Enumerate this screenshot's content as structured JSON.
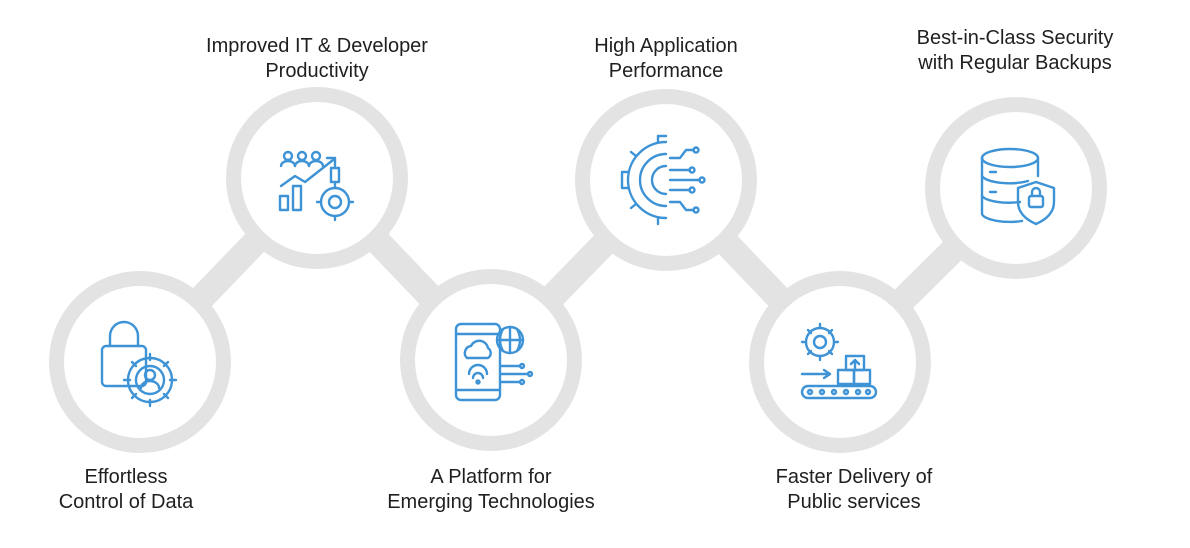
{
  "colors": {
    "ring": "#e3e3e3",
    "disc": "#ffffff",
    "icon": "#3d93d5",
    "text": "#1f1f1f"
  },
  "items": [
    {
      "id": "effortless-control",
      "icon": "lock-user-gear-icon",
      "title_lines": [
        "Effortless",
        "Control of Data"
      ]
    },
    {
      "id": "it-productivity",
      "icon": "team-growth-chart-gear-icon",
      "title_lines": [
        "Improved IT & Developer",
        "Productivity"
      ]
    },
    {
      "id": "emerging-tech",
      "icon": "mobile-cloud-globe-icon",
      "title_lines": [
        "A Platform for",
        "Emerging Technologies"
      ]
    },
    {
      "id": "app-performance",
      "icon": "gear-circuit-icon",
      "title_lines": [
        "High Application",
        "Performance"
      ]
    },
    {
      "id": "public-services",
      "icon": "conveyor-boxes-gear-icon",
      "title_lines": [
        "Faster Delivery of",
        "Public services"
      ]
    },
    {
      "id": "security-backups",
      "icon": "database-lock-shield-icon",
      "title_lines": [
        "Best-in-Class Security",
        "with Regular Backups"
      ]
    }
  ]
}
